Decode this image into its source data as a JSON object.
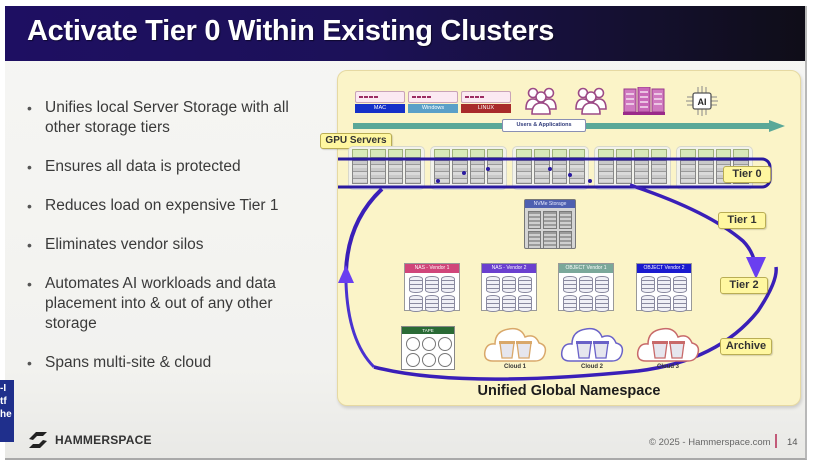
{
  "slide": {
    "title": "Activate Tier 0 Within Existing Clusters",
    "bullets": [
      "Unifies local Server Storage with all other storage tiers",
      "Ensures all data is protected",
      "Reduces load on expensive Tier 1",
      "Eliminates vendor silos",
      "Automates AI workloads and data placement into & out of any other storage",
      "Spans multi-site & cloud"
    ],
    "left_strip_text": "-I tf he",
    "logo_text": "HAMMERSPACE",
    "footer": {
      "copyright": "© 2025 - Hammerspace.com",
      "page_number": "14"
    }
  },
  "diagram": {
    "os_clients": [
      {
        "label": "MAC",
        "color": "#1530c8"
      },
      {
        "label": "Windows",
        "color": "#5aa0c8"
      },
      {
        "label": "LINUX",
        "color": "#a82a2a"
      }
    ],
    "icons": [
      "users-icon",
      "users-icon",
      "server-rack-icon",
      "ai-chip-icon"
    ],
    "ai_label": "AI",
    "users_apps_label": "Users & Applications",
    "gpu_servers_label": "GPU Servers",
    "gpu_cluster_count": 5,
    "tiers": [
      {
        "label": "Tier 0"
      },
      {
        "label": "Tier 1"
      },
      {
        "label": "Tier 2"
      },
      {
        "label": "Archive"
      }
    ],
    "nvme_label": "NVMe Storage",
    "vendors": [
      {
        "label": "NAS - Vendor 1",
        "color": "#d0457a"
      },
      {
        "label": "NAS - Vendor 2",
        "color": "#6a3fcf"
      },
      {
        "label": "OBJECT Vendor 1",
        "color": "#7aa89a"
      },
      {
        "label": "OBJECT Vendor 2",
        "color": "#1a1acf"
      }
    ],
    "tape_label": "TAPE",
    "clouds": [
      {
        "label": "Cloud 1",
        "color": "#d9a86a"
      },
      {
        "label": "Cloud 2",
        "color": "#6a62c8"
      },
      {
        "label": "Cloud 3",
        "color": "#c86a6a"
      }
    ],
    "namespace_label": "Unified Global Namespace",
    "flow_color": "#3a1fb8",
    "arrow_color": "#5aa898"
  }
}
